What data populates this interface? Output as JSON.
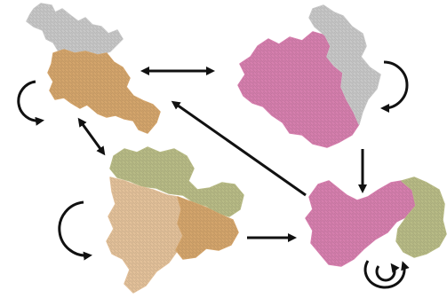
{
  "diagram": {
    "kind": "fractal tiling transition diagram",
    "colors": {
      "grey": "#c8c8c8",
      "tan": "#d4a56c",
      "pink": "#d67fae",
      "olive": "#b8bb86",
      "peach": "#e3c19a",
      "arrow": "#111111",
      "background": "#ffffff"
    },
    "nodes": [
      {
        "id": "tile-top-left",
        "regions": [
          "grey",
          "tan"
        ]
      },
      {
        "id": "tile-top-right",
        "regions": [
          "pink",
          "grey"
        ]
      },
      {
        "id": "tile-bottom-left",
        "regions": [
          "olive",
          "peach",
          "tan"
        ]
      },
      {
        "id": "tile-bottom-right",
        "regions": [
          "pink",
          "olive"
        ]
      }
    ],
    "edges": [
      {
        "from": "tile-top-left",
        "to": "tile-top-right",
        "bidirectional": true
      },
      {
        "from": "tile-top-left",
        "to": "tile-bottom-left",
        "bidirectional": true
      },
      {
        "from": "tile-top-right",
        "to": "tile-bottom-right",
        "bidirectional": false
      },
      {
        "from": "tile-bottom-left",
        "to": "tile-bottom-right",
        "bidirectional": false
      },
      {
        "from": "tile-bottom-right",
        "to": "tile-top-left",
        "bidirectional": false
      },
      {
        "from": "tile-top-left",
        "to": "tile-top-left",
        "self_loop": true
      },
      {
        "from": "tile-top-right",
        "to": "tile-top-right",
        "self_loop": true
      },
      {
        "from": "tile-bottom-left",
        "to": "tile-bottom-left",
        "self_loop": true
      },
      {
        "from": "tile-bottom-right",
        "to": "tile-bottom-right",
        "self_loop": true
      }
    ]
  }
}
